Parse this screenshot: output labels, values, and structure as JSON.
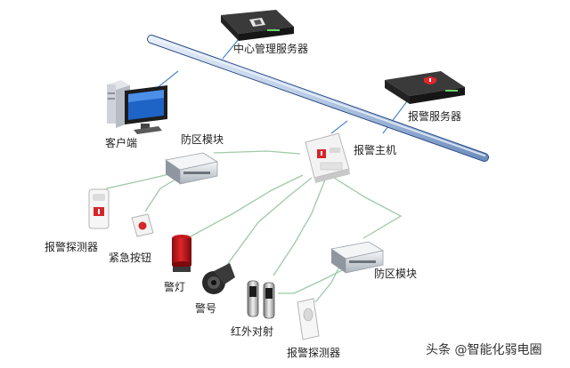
{
  "labels": {
    "center_server": "中心管理服务器",
    "alarm_server": "报警服务器",
    "client": "客户端",
    "zone_module_1": "防区模块",
    "alarm_host": "报警主机",
    "alarm_detector_1": "报警探测器",
    "emergency_button": "紧急按钮",
    "alarm_light": "警灯",
    "siren": "警号",
    "infrared_beam": "红外对射",
    "zone_module_2": "防区模块",
    "alarm_detector_2": "报警探测器"
  },
  "watermark": "头条 @智能化弱电圈",
  "colors": {
    "bus": "#b8cbe6",
    "bus_edge": "#2f4f86",
    "wire": "#9fc9a8",
    "link": "#4d86c6",
    "server": "#2b2b2b",
    "alert_red": "#d5262a"
  }
}
